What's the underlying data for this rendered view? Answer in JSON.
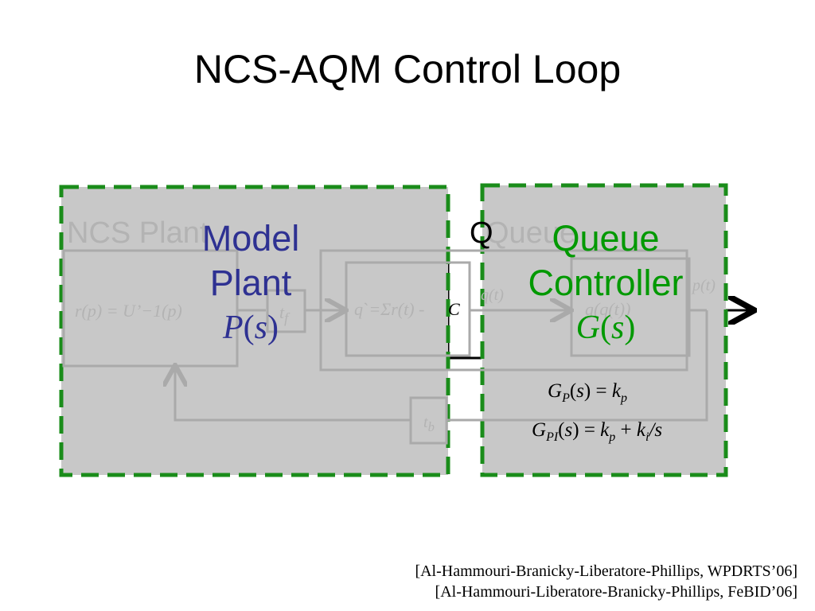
{
  "title": "NCS-AQM Control Loop",
  "background_labels": {
    "ncs_plant": "NCS Plant",
    "queue": "Queue",
    "queue_letter": "Q",
    "plant_function": "r(p) = U’−1(p)",
    "tf": "t",
    "tf_sub": "f",
    "queue_eq_left": "qˋ=Σr(t) -",
    "queue_eq_c": "C",
    "q_of_t": "q(t)",
    "g_q_of_t": "g(q(t))",
    "p_of_t": "p(t)",
    "tb": "t",
    "tb_sub": "b"
  },
  "model_plant": {
    "line1": "Model",
    "line2": "Plant",
    "symbol_func": "P",
    "symbol_arg": "s"
  },
  "queue_controller": {
    "line1": "Queue",
    "line2": "Controller",
    "symbol_func": "G",
    "symbol_arg": "s"
  },
  "formulas": {
    "gp": {
      "G": "G",
      "sub": "P",
      "arg": "s",
      "eq": " = ",
      "k": "k",
      "ksub": "p"
    },
    "gpi": {
      "G": "G",
      "sub": "PI",
      "arg": "s",
      "eq": " = ",
      "k1": "k",
      "k1sub": "p",
      "plus": " + ",
      "k2": "k",
      "k2sub": "i",
      "div": "/s"
    }
  },
  "citations": [
    "[Al-Hammouri-Branicky-Liberatore-Phillips, WPDRTS’06]",
    "[Al-Hammouri-Liberatore-Branicky-Phillips, FeBID’06]"
  ],
  "colors": {
    "panel_fill": "#c8c8c8",
    "dash_green": "#1a8c1a",
    "faint_lines": "#aaaaaa",
    "blue_text": "#2e3192",
    "green_text": "#009900"
  }
}
